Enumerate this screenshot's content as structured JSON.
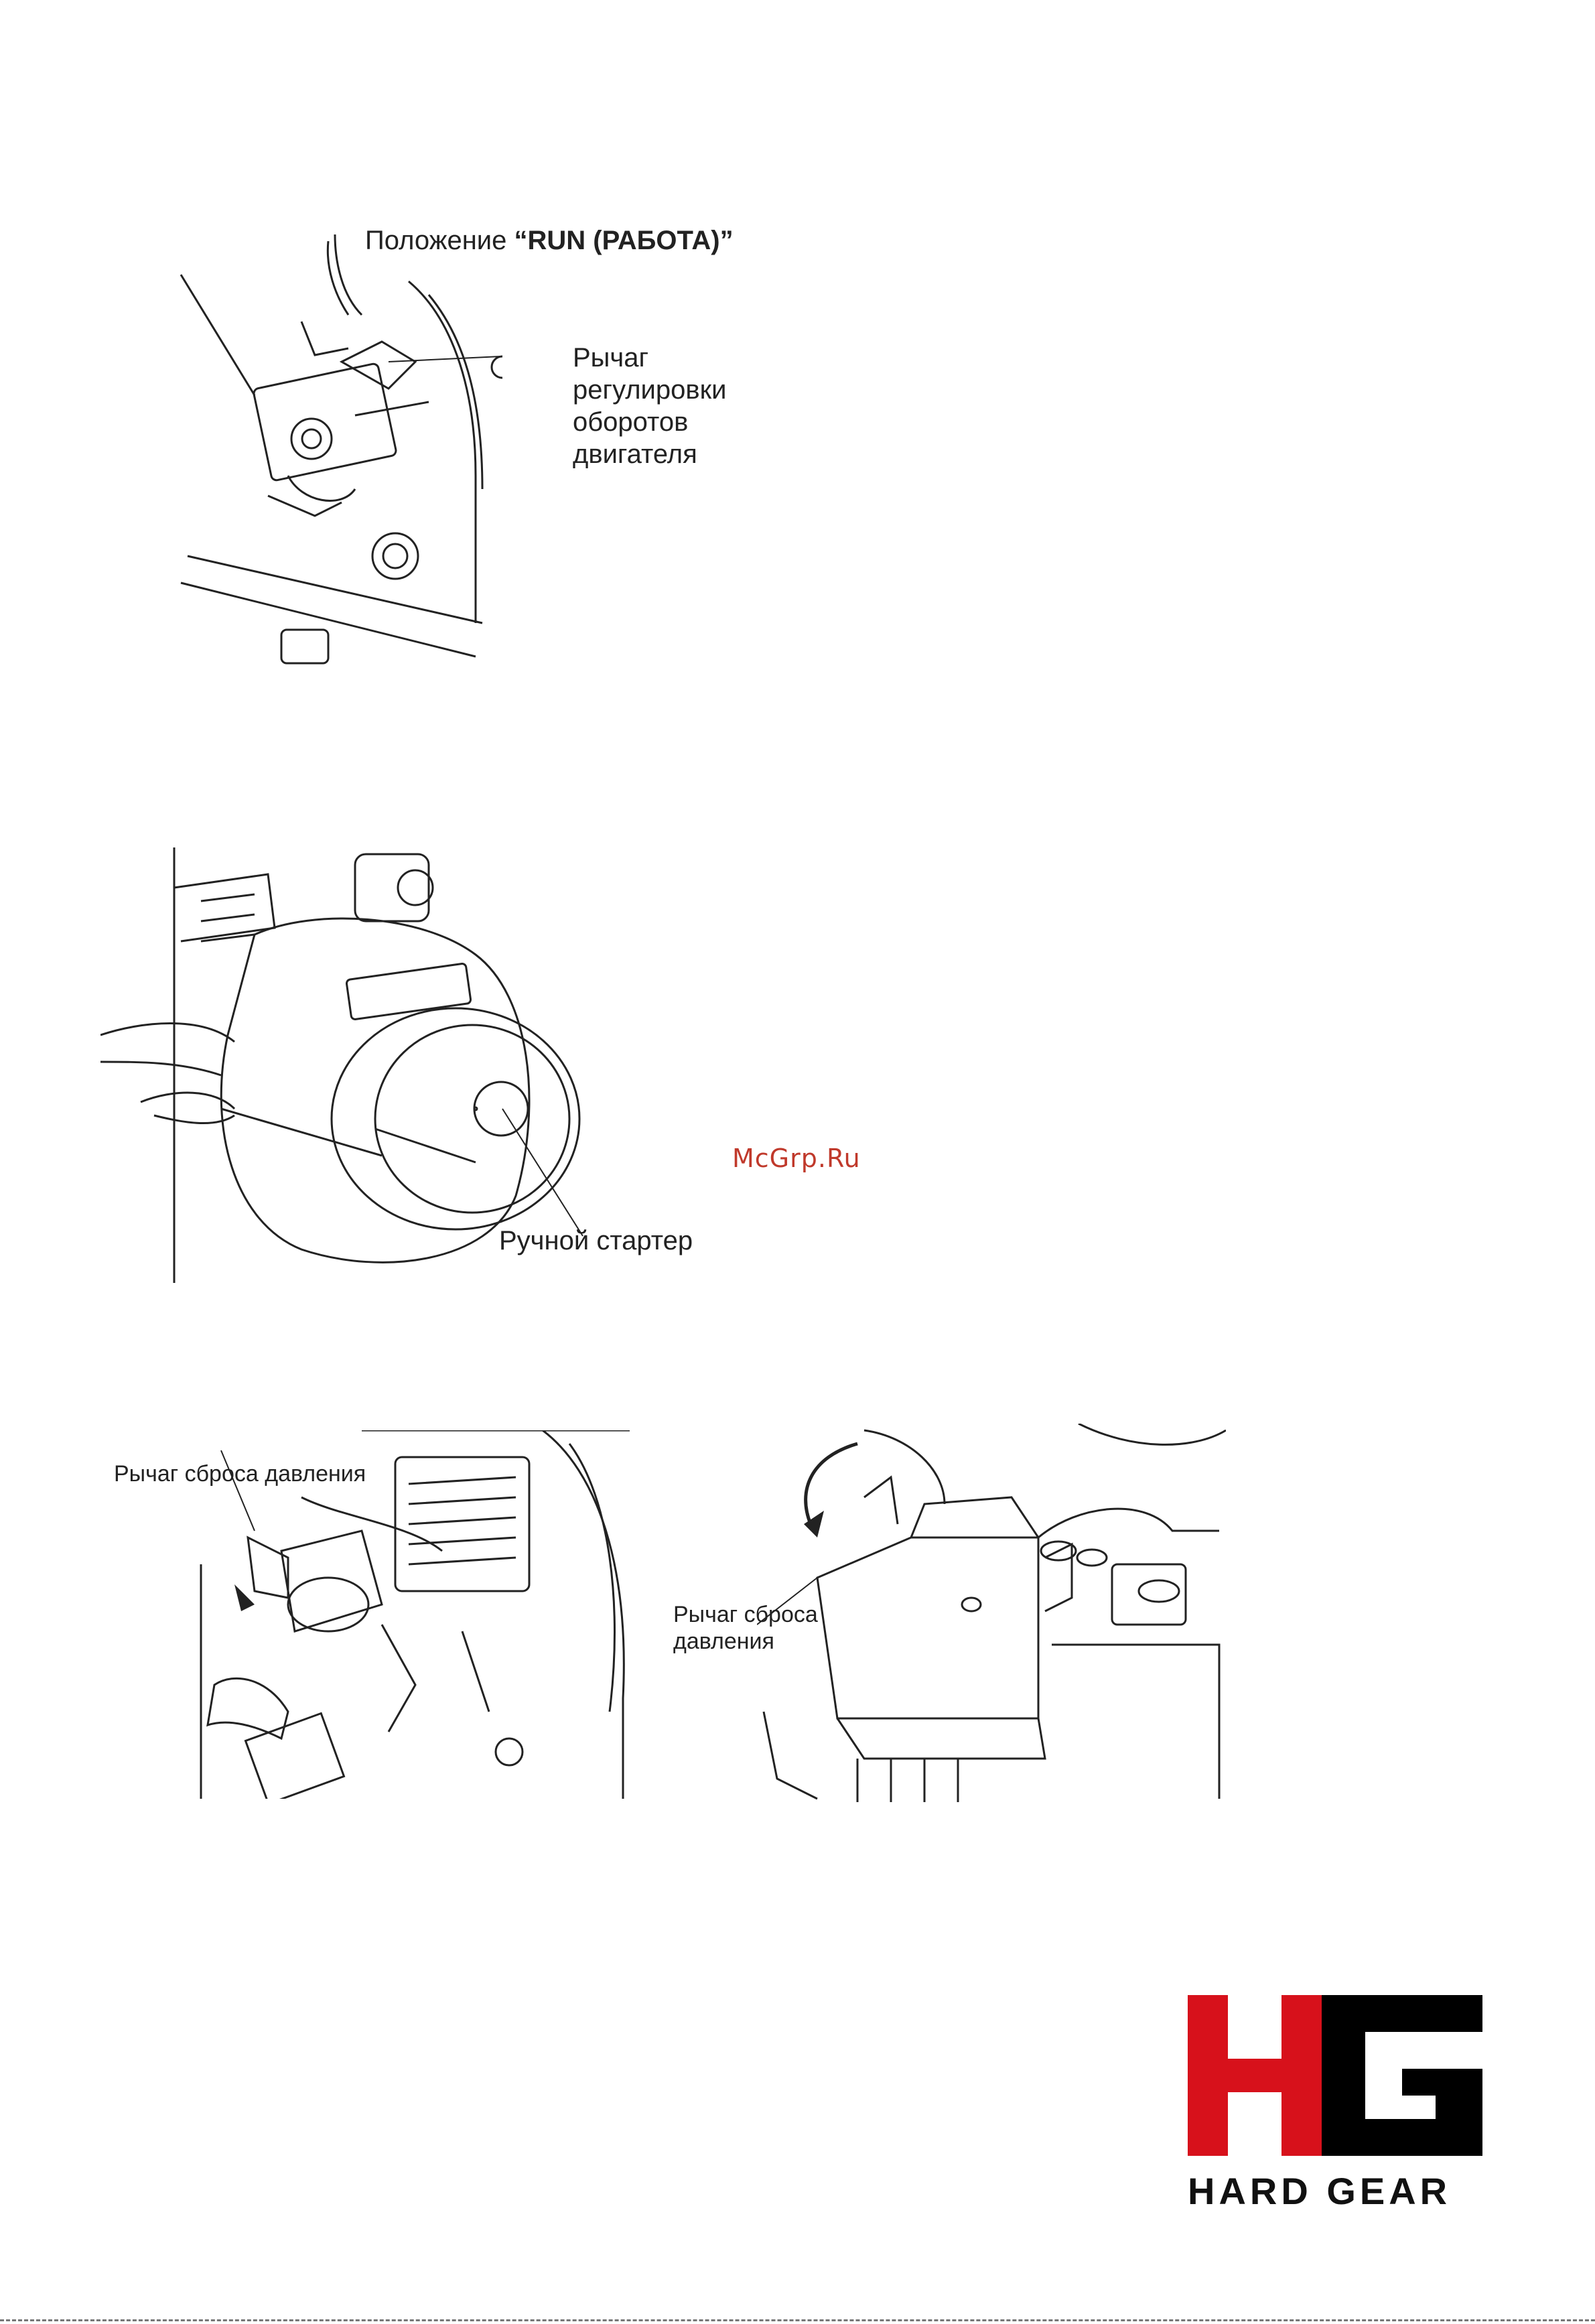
{
  "figure1": {
    "label_position_prefix": "Положение ",
    "label_position_value": "“RUN (РАБОТА)”",
    "label_lever": [
      "Рычаг",
      "регулировки",
      "оборотов",
      "двигателя"
    ]
  },
  "figure2": {
    "label_starter": "Ручной стартер"
  },
  "watermark": "McGrp.Ru",
  "figure3": {
    "label_release": "Рычаг сброса давления"
  },
  "figure4": {
    "label_release": [
      "Рычаг сброса",
      "давления"
    ]
  },
  "brand": {
    "name": "HARD GEAR",
    "red": "#d7111b",
    "black": "#000000"
  }
}
